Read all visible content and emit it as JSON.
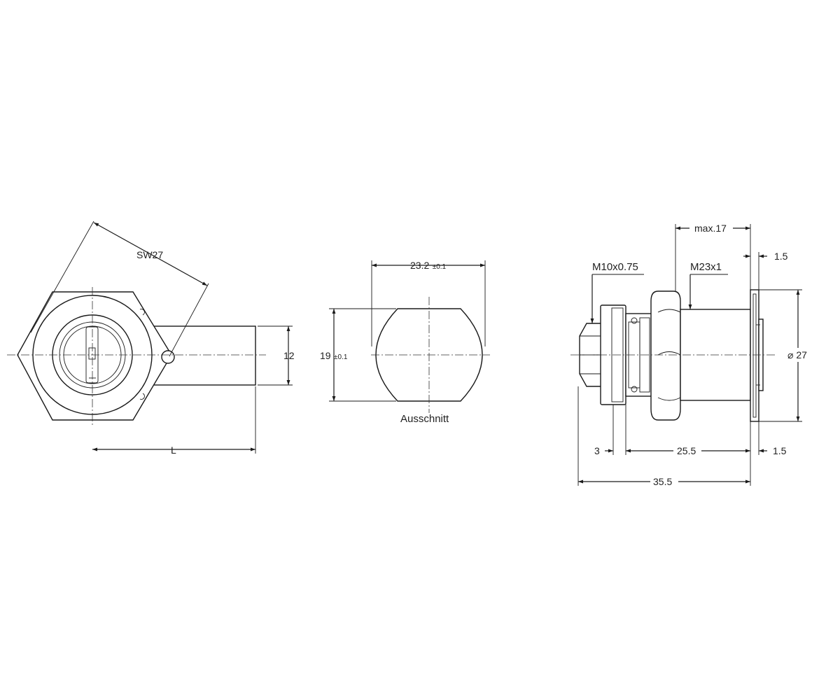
{
  "front_view": {
    "sw_label": "SW27",
    "height_label": "12",
    "length_label": "L"
  },
  "cutout_view": {
    "width_value": "23.2",
    "width_tol": "±0.1",
    "height_value": "19",
    "height_tol": "±0.1",
    "caption": "Ausschnitt"
  },
  "side_view": {
    "thread_small": "M10x0.75",
    "thread_large": "M23x1",
    "max_label": "max.17",
    "top_gap_label": "1.5",
    "diameter_label": "⌀ 27",
    "dim_3_label": "3",
    "dim_25_label": "25.5",
    "bottom_gap_label": "1.5",
    "total_label": "35.5"
  }
}
